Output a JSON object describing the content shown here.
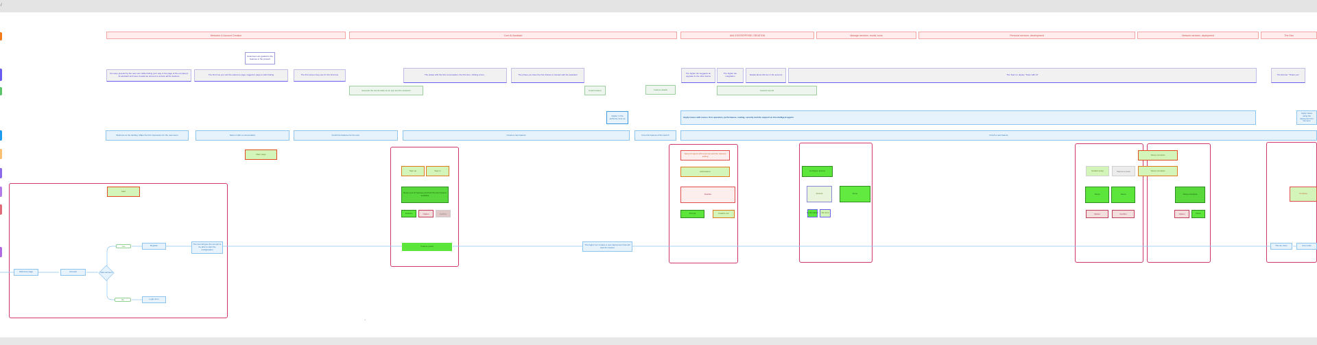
{
  "toolbar": {
    "glyph": "/"
  },
  "lane_colors": [
    "#f07a1c",
    "#6a5cf0",
    "#5cc46a",
    "#1e9af0",
    "#f8c070",
    "#8a6ae8",
    "#b47ae8",
    "#e06a78",
    "#b06ae0"
  ],
  "phases": [
    "Welcome & Account Creation",
    "Core AI Assistant",
    "AVA 3 ENTERPRISE CREATION",
    "Manage services, model, tools",
    "Personal services, development",
    "Network services, deployment",
    "The Sea"
  ],
  "notes": {
    "n1": "You were greeted by the new user while finding your way to the page of the company's AI assistant and have created an account to access all the features",
    "n2": "The first time you visit the welcome page, logged-in page to start finding",
    "n3": "The first screen they see for the first time",
    "n4": "The phase with the first conversation: the first time, clicking a box...",
    "n5": "The phase you have the first chance to interact with the assistant",
    "n6": "The higher tier suggests an upgrade to the other teams",
    "n7": "The higher tier integration",
    "n8": "Details about this tier in the account",
    "n9": "The Team to deploy \"Team with AI\"",
    "n10": "The first tier \"Thank you\"",
    "speech": "Customers are guided to the features in the product"
  },
  "green_notes": {
    "g1": "Example the functionality as an app and the assistant",
    "g2": "Useful feature",
    "g3": "Feature details",
    "g4": "Feature benefit"
  },
  "callouts": {
    "c1": "Higher in the authority, tiers up",
    "banner": "Apply issues with issues: first operation, performance, scaling, security and the support as the intelligent agents",
    "c2": "Apply cases using the deployment for the tiers"
  },
  "blue_boxes": {
    "b1": "Welcome to the landing. Make the first impression for the new users",
    "b2": "Name it after a conversation",
    "b3": "Finish the features for the user",
    "b4": "Create a new feature",
    "b5": "Free first feature of the launch",
    "b6": "Finish a new feature"
  },
  "steps": {
    "orange": "Main page",
    "start": "Start",
    "s1": "Sign up",
    "s2": "Sign in",
    "s3": "Reset your AI features and find the best feature available",
    "s4": "Feature",
    "s5": "Option",
    "s6": "Confirm",
    "s7": "Feature panel",
    "s8": "Setup AI agent with a prompt and the relevant setting",
    "s9": "Add feature",
    "s10": "Feature",
    "s11": "Prompt",
    "s12": "Feature set",
    "s13": "Configure access",
    "s14": "Access",
    "s15": "Done",
    "s16": "Confirmation",
    "s17": "Set tiers",
    "s18": "Guided setup",
    "s19": "Welcome back",
    "s20": "Setup",
    "s21": "Setup complete",
    "s22": "Continue"
  },
  "flow": {
    "f1": "Welcome page",
    "f2": "Account",
    "decision": "New account",
    "yes": "Yes",
    "no": "No",
    "f3": "Register",
    "f4": "Login form",
    "f5": "The tool will give the prompt to be able to start the configuration",
    "f6": "The higher tier creates a new deployment that will start the feature",
    "f7": "The tier done",
    "f8": "Ava mode"
  },
  "footer_mark": "+"
}
